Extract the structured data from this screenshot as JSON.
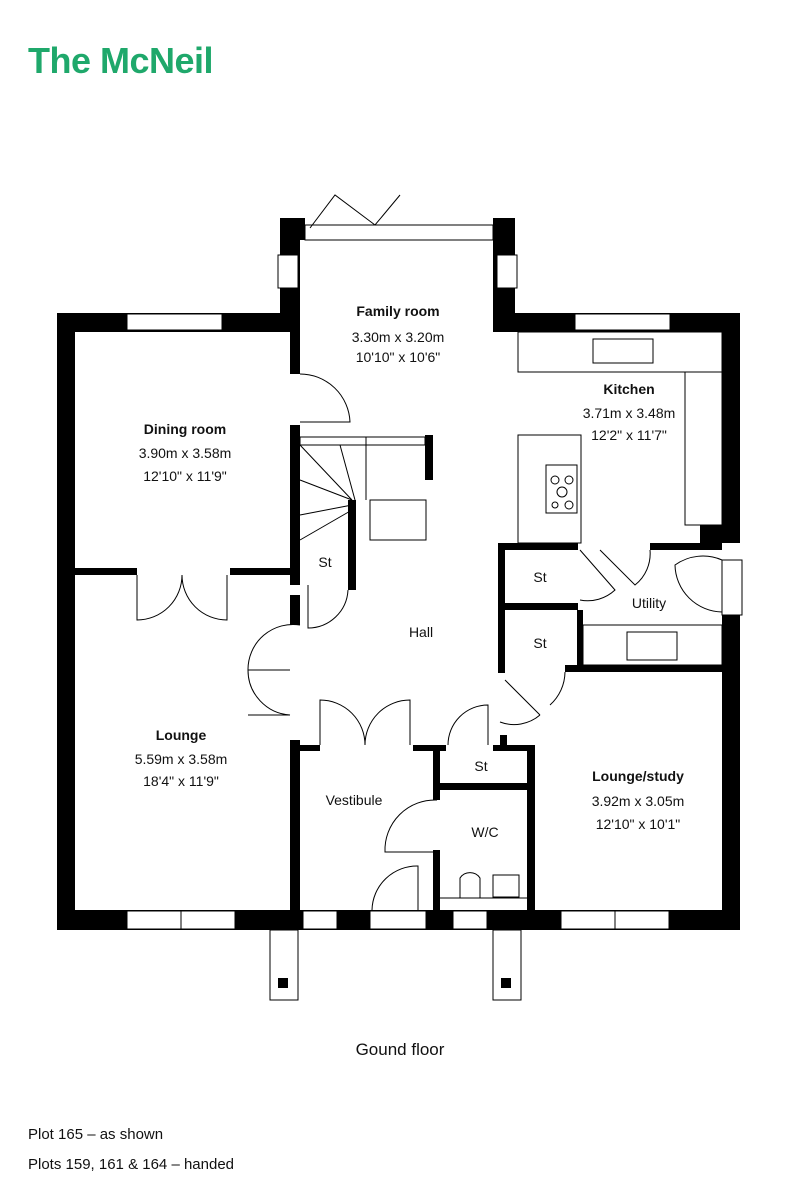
{
  "title": "The McNeil",
  "rooms": {
    "family": {
      "name": "Family room",
      "metric": "3.30m x 3.20m",
      "imperial": "10'10\" x 10'6\""
    },
    "kitchen": {
      "name": "Kitchen",
      "metric": "3.71m x 3.48m",
      "imperial": "12'2\" x 11'7\""
    },
    "dining": {
      "name": "Dining room",
      "metric": "3.90m x 3.58m",
      "imperial": "12'10\" x 11'9\""
    },
    "lounge": {
      "name": "Lounge",
      "metric": "5.59m x 3.58m",
      "imperial": "18'4\" x 11'9\""
    },
    "study": {
      "name": "Lounge/study",
      "metric": "3.92m x 3.05m",
      "imperial": "12'10\" x 10'1\""
    },
    "hall": "Hall",
    "utility": "Utility",
    "vestibule": "Vestibule",
    "wc": "W/C",
    "store": "St"
  },
  "caption": "Gound floor",
  "notes": [
    "Plot 165 – as shown",
    "Plots 159, 161 & 164 – handed"
  ],
  "colors": {
    "brand": "#1fa86b"
  }
}
